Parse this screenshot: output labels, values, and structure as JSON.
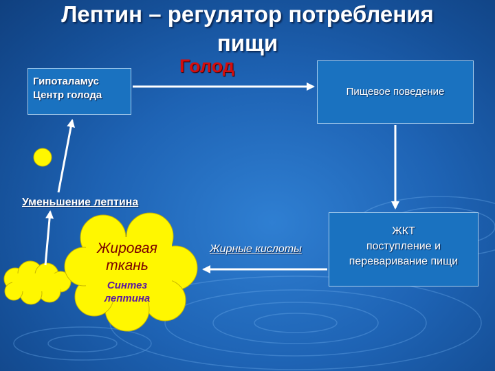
{
  "title": {
    "line1": "Лептин – регулятор потребления",
    "line2": "пищи"
  },
  "nodes": {
    "hypothalamus": {
      "line1": "Гипоталамус",
      "line2": "Центр голода"
    },
    "food_behavior": {
      "label": "Пищевое поведение"
    },
    "git": {
      "line1": "ЖКТ",
      "line2": "поступление и",
      "line3": "переваривание пищи"
    },
    "fat_tissue": {
      "line1": "Жировая",
      "line2": "ткань",
      "line3": "Синтез",
      "line4": "лептина"
    }
  },
  "labels": {
    "hunger": "Голод",
    "leptin_decrease": "Уменьшение лептина",
    "fatty_acids": "Жирные кислоты"
  },
  "colors": {
    "background": "#1e63b4",
    "box_fill": "#1a72c0",
    "box_border": "#a9cfee",
    "cloud": "#fff700",
    "hunger_text": "#d40d0d"
  }
}
